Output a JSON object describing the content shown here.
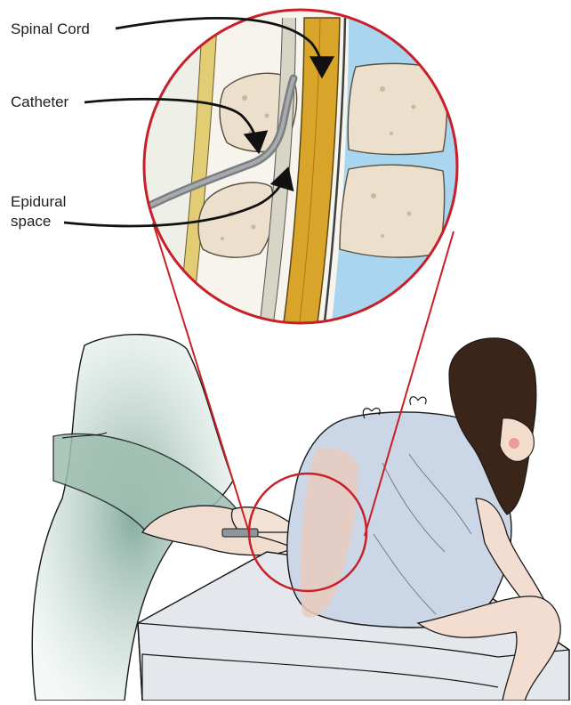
{
  "labels": {
    "spinal_cord": "Spinal Cord",
    "catheter": "Catheter",
    "epidural_line1": "Epidural",
    "epidural_line2": "space"
  },
  "colors": {
    "magnifier_ring": "#c8202a",
    "spinal_cord": "#d8a52a",
    "csf_blue": "#a9d6ee",
    "vertebra": "#ece0cc",
    "gown": "#c9d6e6",
    "doctor_gown": "#8fb5a5",
    "hair": "#3a2418",
    "skin": "#f2dccb",
    "table": "#e3e6ea"
  },
  "icons": {
    "magnifier": "magnifier-circle",
    "arrow": "curved-arrow"
  }
}
